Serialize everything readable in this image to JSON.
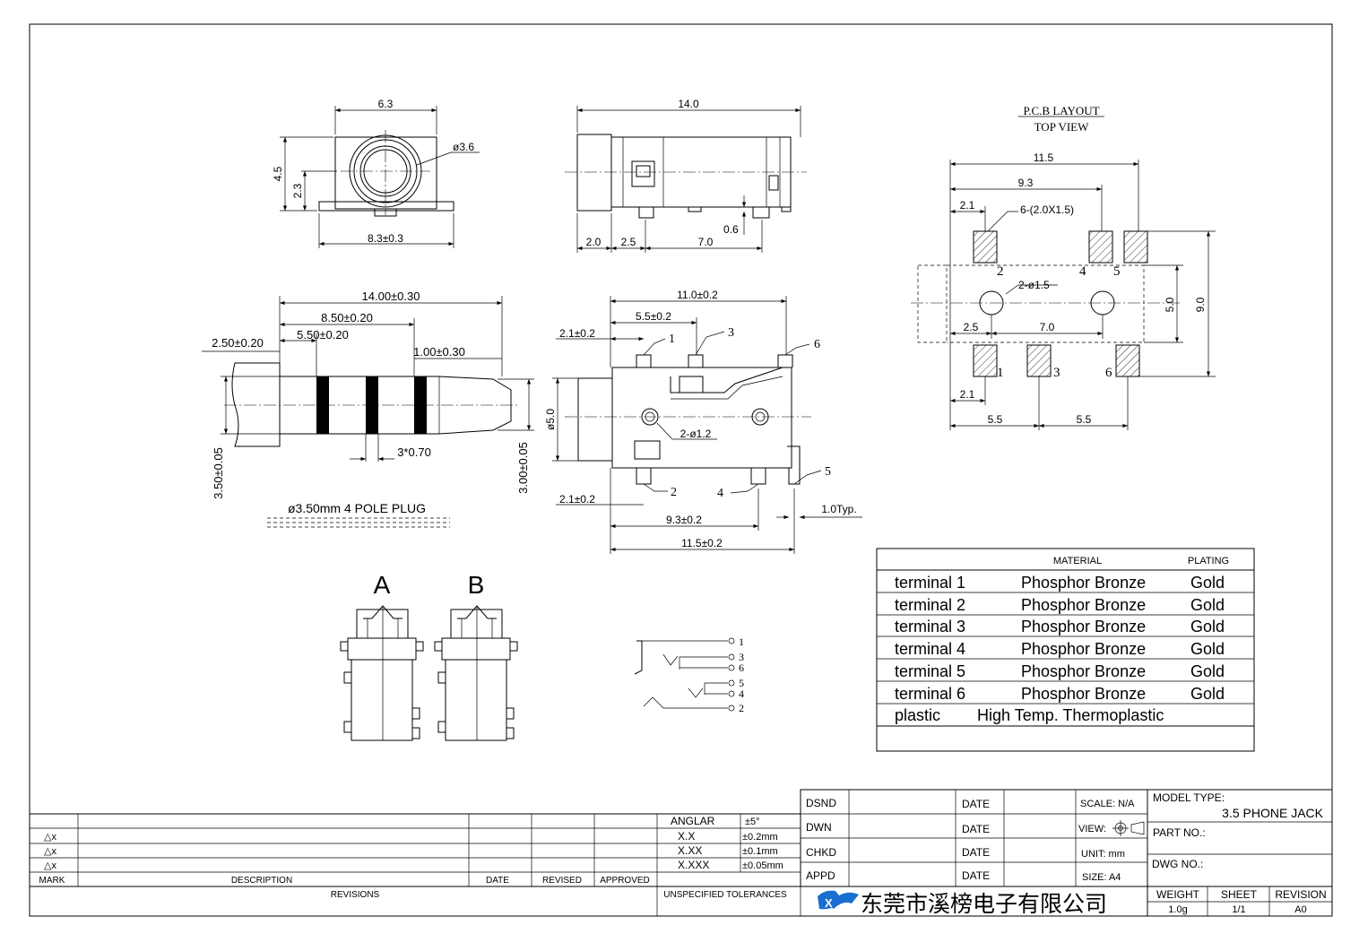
{
  "views": {
    "front": {
      "width": "6.3",
      "dia": "ø3.6",
      "height": "4.5",
      "center_h": "2.3",
      "base": "8.3±0.3"
    },
    "side": {
      "length": "14.0",
      "d1": "2.0",
      "d2": "2.5",
      "d3": "7.0",
      "d4": "0.6"
    },
    "plug": {
      "d_total": "14.00±0.30",
      "d_850": "8.50±0.20",
      "d_550": "5.50±0.20",
      "d_250": "2.50±0.20",
      "d_100": "1.00±0.30",
      "d_ring": "3*0.70",
      "d_dia": "3.50±0.05",
      "d_tip": "3.00±0.05",
      "caption": "ø3.50mm 4 POLE PLUG"
    },
    "top": {
      "d_110": "11.0±0.2",
      "d_55": "5.5±0.2",
      "d_21a": "2.1±0.2",
      "d_21b": "2.1±0.2",
      "d_93": "9.3±0.2",
      "d_115": "11.5±0.2",
      "d_typ": "1.0Typ.",
      "d_holes": "2-ø1.2",
      "d_dia": "ø5.0",
      "pins": [
        "1",
        "2",
        "3",
        "4",
        "5",
        "6"
      ]
    },
    "pcb": {
      "title": "P.C.B LAYOUT",
      "subtitle": "TOP VIEW",
      "d_115": "11.5",
      "d_93": "9.3",
      "d_21": "2.1",
      "pads": "6-(2.0X1.5)",
      "holes": "2-ø1.5",
      "d_25": "2.5",
      "d_70": "7.0",
      "d_50": "5.0",
      "d_90": "9.0",
      "d_21b": "2.1",
      "d_55a": "5.5",
      "d_55b": "5.5",
      "pins": [
        "2",
        "4",
        "5",
        "1",
        "3",
        "6"
      ]
    },
    "ab": {
      "a": "A",
      "b": "B"
    },
    "schematic": {
      "pins": [
        "1",
        "3",
        "6",
        "5",
        "4",
        "2"
      ]
    }
  },
  "materials": {
    "header": {
      "material": "MATERIAL",
      "plating": "PLATING"
    },
    "rows": [
      {
        "part": "terminal 1",
        "material": "Phosphor Bronze",
        "plating": "Gold"
      },
      {
        "part": "terminal 2",
        "material": "Phosphor Bronze",
        "plating": "Gold"
      },
      {
        "part": "terminal 3",
        "material": "Phosphor Bronze",
        "plating": "Gold"
      },
      {
        "part": "terminal 4",
        "material": "Phosphor Bronze",
        "plating": "Gold"
      },
      {
        "part": "terminal 5",
        "material": "Phosphor Bronze",
        "plating": "Gold"
      },
      {
        "part": "terminal 6",
        "material": "Phosphor Bronze",
        "plating": "Gold"
      }
    ],
    "plastic": {
      "part": "plastic",
      "material": "High Temp. Thermoplastic"
    }
  },
  "revisions": {
    "marks": [
      "△x",
      "△x",
      "△x"
    ],
    "mark": "MARK",
    "description": "DESCRIPTION",
    "date": "DATE",
    "revised": "REVISED",
    "approved": "APPROVED",
    "title": "REVISIONS"
  },
  "tolerances": {
    "rows": [
      {
        "k": "ANGLAR",
        "v": "±5°"
      },
      {
        "k": "X.X",
        "v": "±0.2mm"
      },
      {
        "k": "X.XX",
        "v": "±0.1mm"
      },
      {
        "k": "X.XXX",
        "v": "±0.05mm"
      }
    ],
    "title": "UNSPECIFIED TOLERANCES"
  },
  "signoff": {
    "rows": [
      {
        "k": "DSND",
        "date": "DATE"
      },
      {
        "k": "DWN",
        "date": "DATE"
      },
      {
        "k": "CHKD",
        "date": "DATE"
      },
      {
        "k": "APPD",
        "date": "DATE"
      }
    ],
    "scale": "SCALE: N/A",
    "view": "VIEW:",
    "unit": "UNIT: mm",
    "size": "SIZE: A4"
  },
  "titleblock": {
    "model_type_label": "MODEL TYPE:",
    "model_type": "3.5 PHONE JACK",
    "part_no": "PART NO.:",
    "dwg_no": "DWG NO.:",
    "weight_label": "WEIGHT",
    "weight": "1.0g",
    "sheet_label": "SHEET",
    "sheet": "1/1",
    "revision_label": "REVISION",
    "revision": "A0",
    "company": "东莞市溪榜电子有限公司",
    "logo_color": "#1a6fd0"
  }
}
